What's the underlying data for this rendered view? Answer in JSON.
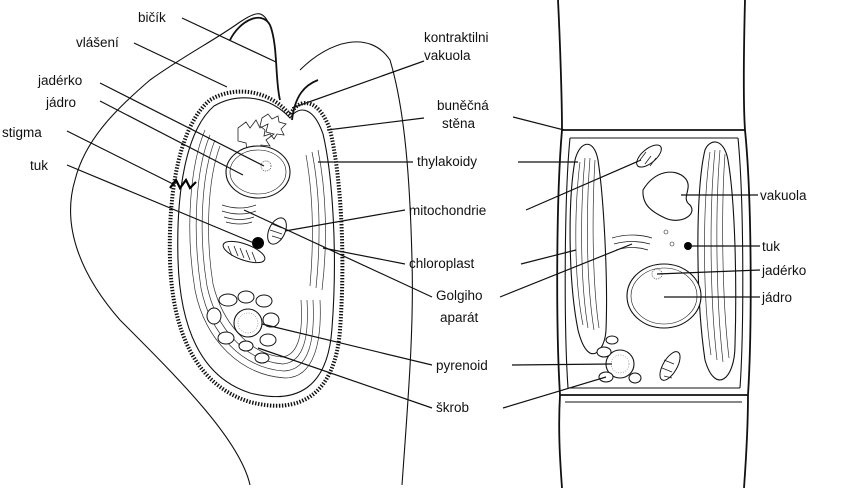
{
  "labels": {
    "bicik": "bičík",
    "vlaseni": "vlášení",
    "jaderko_left": "jadérko",
    "jadro_left": "jádro",
    "stigma": "stigma",
    "tuk_left": "tuk",
    "kontraktilni_1": "kontraktilni",
    "kontraktilni_2": "vakuola",
    "bunecna_1": "buněčná",
    "bunecna_2": "stěna",
    "thylakoidy": "thylakoidy",
    "mitochondrie": "mitochondrie",
    "chloroplast": "chloroplast",
    "golgi_1": "Golgiho",
    "golgi_2": "aparát",
    "pyrenoid": "pyrenoid",
    "skrob": "škrob",
    "vakuola_right": "vakuola",
    "tuk_right": "tuk",
    "jaderko_right": "jadérko",
    "jadro_right": "jádro"
  }
}
